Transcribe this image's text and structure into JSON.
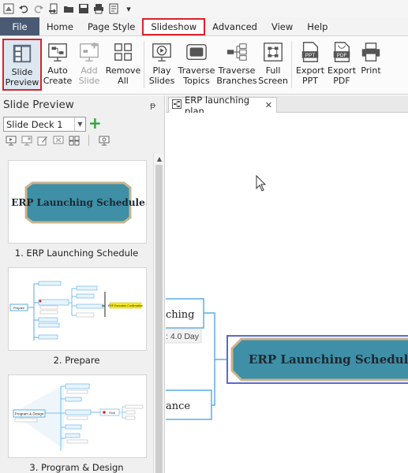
{
  "quick_access": {
    "overflow": "▾"
  },
  "menu": {
    "tabs": [
      {
        "label": "File"
      },
      {
        "label": "Home"
      },
      {
        "label": "Page Style"
      },
      {
        "label": "Slideshow"
      },
      {
        "label": "Advanced"
      },
      {
        "label": "View"
      },
      {
        "label": "Help"
      }
    ],
    "active_tab": "Slideshow"
  },
  "ribbon": {
    "slide_preview": {
      "line1": "Slide",
      "line2": "Preview"
    },
    "auto_create": {
      "line1": "Auto",
      "line2": "Create"
    },
    "add_slide": {
      "line1": "Add",
      "line2": "Slide"
    },
    "remove_all": {
      "line1": "Remove",
      "line2": "All"
    },
    "play_slides": {
      "line1": "Play",
      "line2": "Slides"
    },
    "traverse_topics": {
      "line1": "Traverse",
      "line2": "Topics"
    },
    "traverse_branches": {
      "line1": "Traverse",
      "line2": "Branches"
    },
    "full_screen": {
      "line1": "Full",
      "line2": "Screen"
    },
    "export_ppt": {
      "line1": "Export",
      "line2": "PPT",
      "badge": "PPT"
    },
    "export_pdf": {
      "line1": "Export",
      "line2": "PDF",
      "badge": "PDF"
    },
    "print": {
      "line1": "Print"
    }
  },
  "panel": {
    "title": "Slide Preview",
    "pin": "ᵽ",
    "deck_value": "Slide Deck 1",
    "add": "+",
    "slides": [
      {
        "label": "1. ERP Launching Schedule",
        "title": "ERP Launching Schedule"
      },
      {
        "label": "2. Prepare",
        "center": "Prepare",
        "goal": "ERP Execution Confirmation"
      },
      {
        "label": "3. Program & Design",
        "center": "Program & Design",
        "goal": "Final"
      }
    ]
  },
  "document": {
    "tab_title": "ERP launching plan",
    "close": "✕"
  },
  "canvas": {
    "main_topic": "ERP Launching Schedule",
    "branch_top": "ching",
    "branch_top_note": ": 4.0 Day",
    "branch_bottom": "ance"
  },
  "colors": {
    "accent_red": "#d8232a",
    "topic_fill": "#3f8fa6",
    "topic_border": "#c9b48d",
    "connector": "#5aaee6",
    "file_tab": "#4a5a73"
  }
}
